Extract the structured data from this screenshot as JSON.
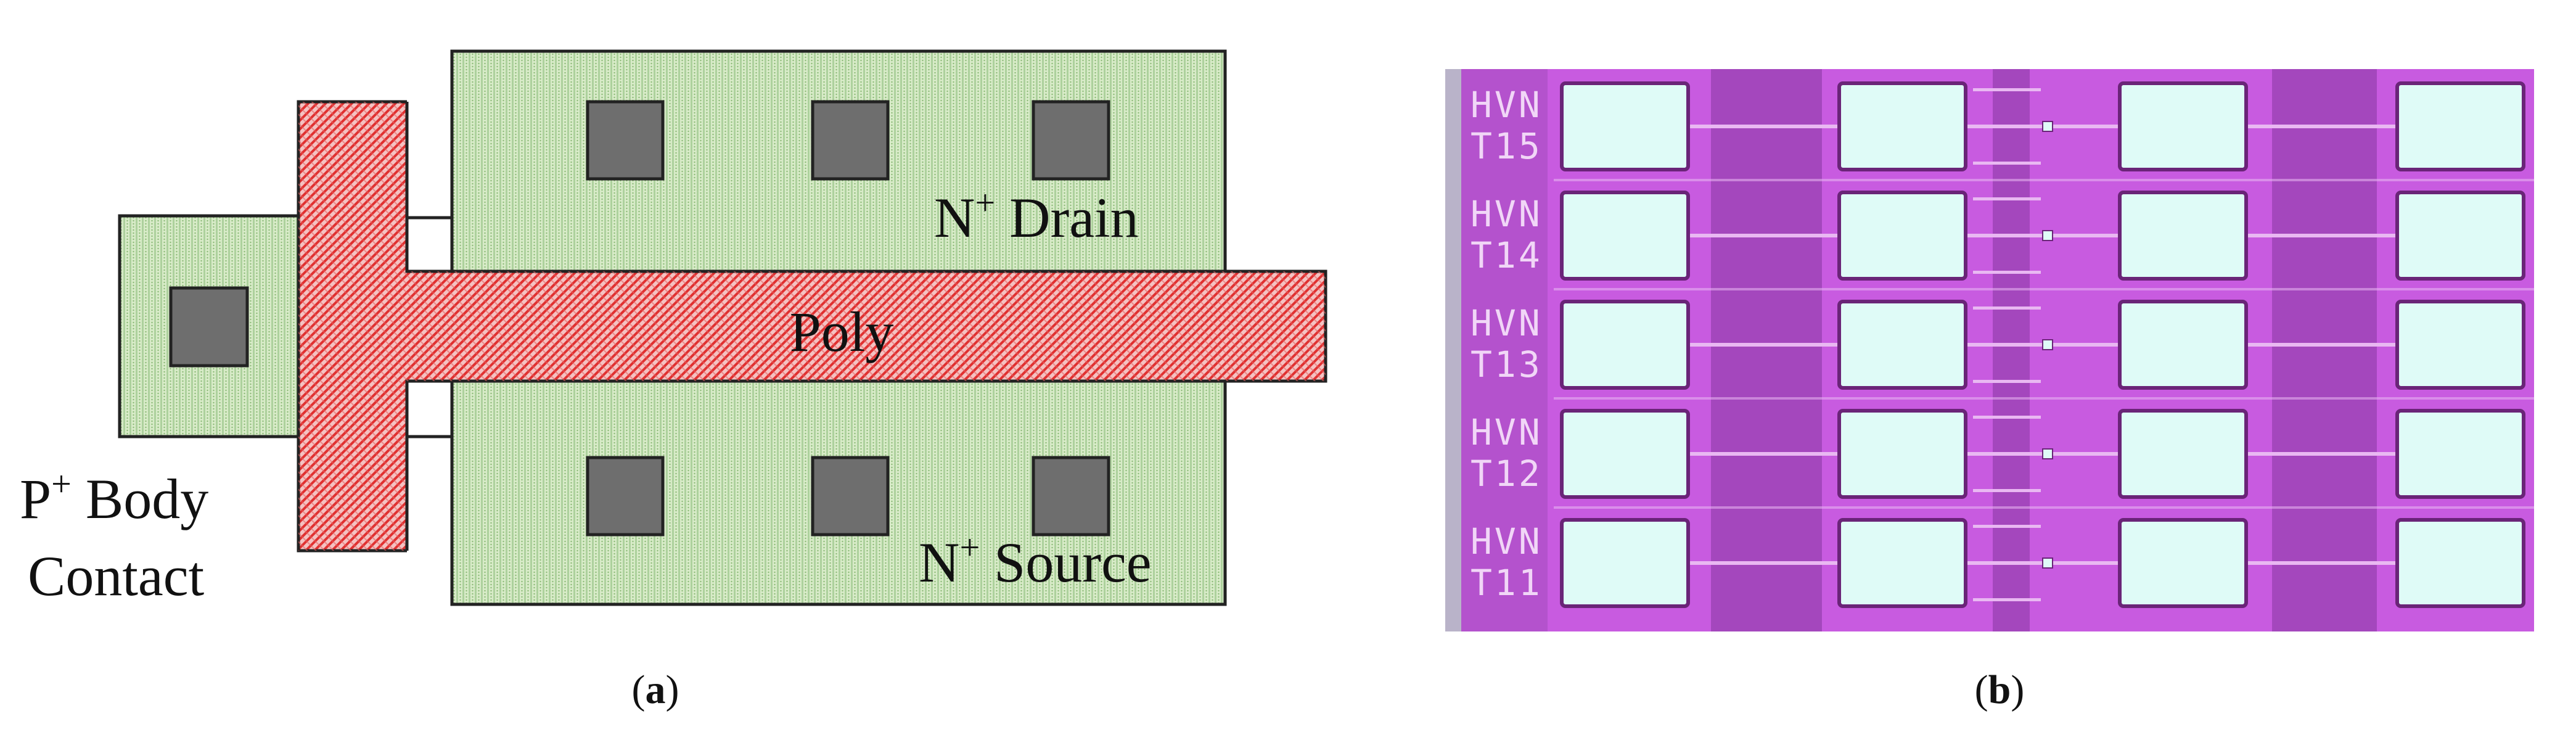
{
  "panel_a": {
    "drain_prefix": "N",
    "drain_sup": "+",
    "drain_text": " Drain",
    "source_prefix": "N",
    "source_sup": "+",
    "source_text": " Source",
    "poly_label": "Poly",
    "body_prefix": "P",
    "body_sup": "+",
    "body_text": " Body",
    "body_line2": "Contact",
    "colors": {
      "active_fill": "#d8ebc8",
      "active_stripe": "#9cc78a",
      "poly_fill": "#f4c2c2",
      "poly_hatch": "#e03030",
      "contact": "#6e6e6e",
      "outline": "#222222"
    }
  },
  "panel_b": {
    "row_labels": [
      {
        "line1": "HVN",
        "line2": "T15"
      },
      {
        "line1": "HVN",
        "line2": "T14"
      },
      {
        "line1": "HVN",
        "line2": "T13"
      },
      {
        "line1": "HVN",
        "line2": "T12"
      },
      {
        "line1": "HVN",
        "line2": "T11"
      }
    ],
    "pads_per_row": 4,
    "colors": {
      "background": "#c85be0",
      "dark_column": "#a447bd",
      "pad_fill": "#dffbf7",
      "pad_border": "#6a2478",
      "trace": "#e9b8f2",
      "label": "#f1d6f7",
      "left_edge": "#b9b3c9"
    }
  },
  "captions": {
    "a_open": "(",
    "a_letter": "a",
    "a_close": ")",
    "b_open": "(",
    "b_letter": "b",
    "b_close": ")"
  }
}
